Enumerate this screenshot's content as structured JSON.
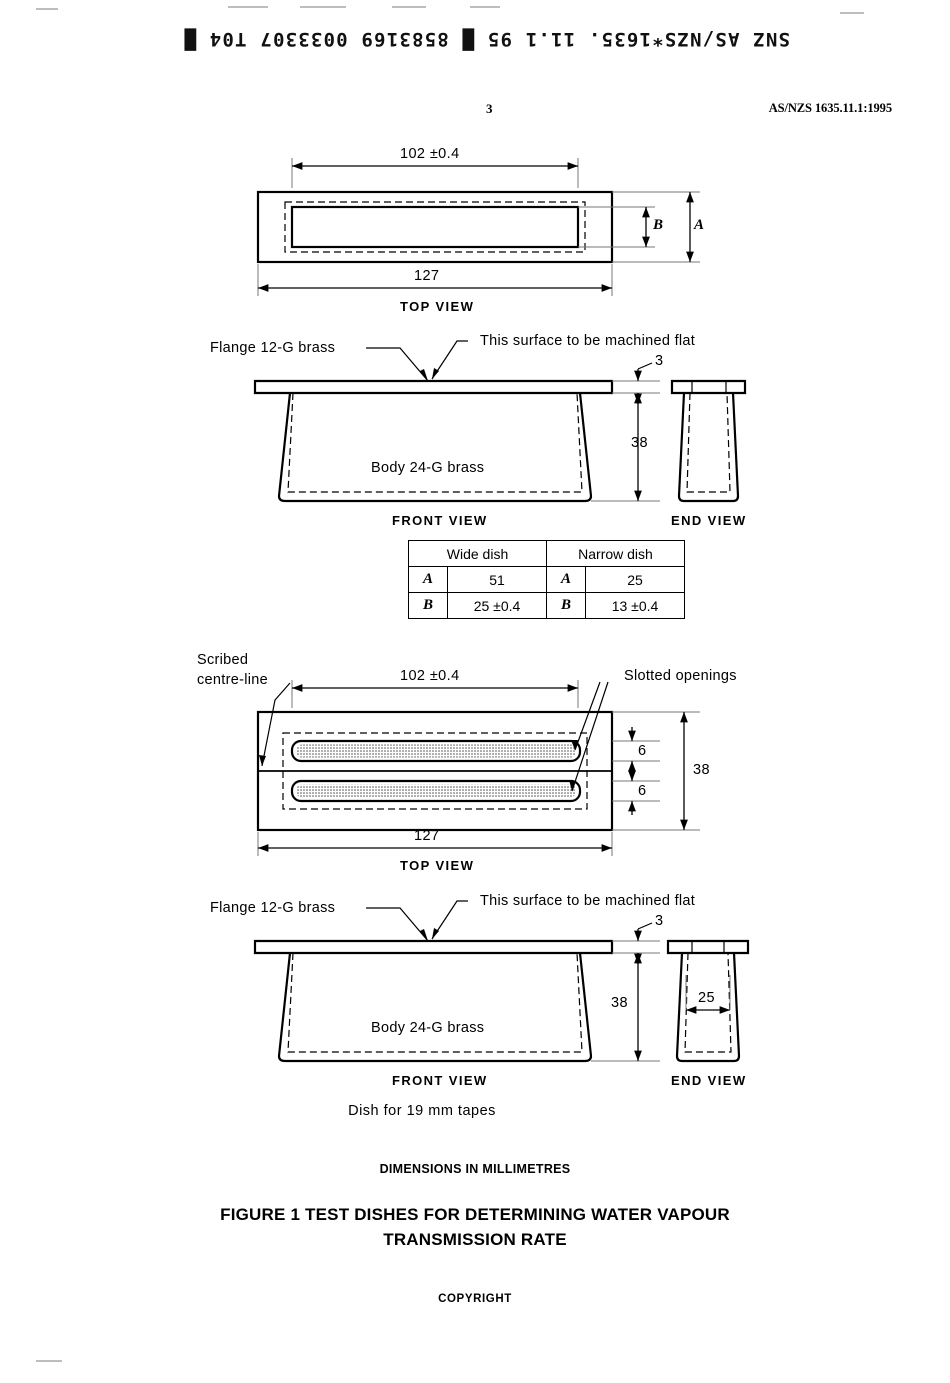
{
  "film_header": {
    "text": "SNZ AS/NZS*1635. 11.1 95 █ 8583169 0033307 T04 █"
  },
  "running_head": {
    "page_number": "3",
    "standard_ref": "AS/NZS 1635.11.1:1995"
  },
  "figure": {
    "number_and_title_line1": "FIGURE  1   TEST DISHES FOR DETERMINING WATER VAPOUR",
    "number_and_title_line2": "TRANSMISSION RATE",
    "units_note": "DIMENSIONS IN MILLIMETRES",
    "copyright": "COPYRIGHT"
  },
  "diagram_a": {
    "name": "plain-test-dish",
    "top_view": {
      "label": "TOP VIEW",
      "dim_inner_length": "102 ±0.4",
      "dim_outer_length": "127",
      "dim_height_outer": "A",
      "dim_height_inner": "B"
    },
    "front_view": {
      "label": "FRONT VIEW",
      "note_flange": "Flange 12-G brass",
      "note_surface": "This surface to be machined flat",
      "note_body": "Body 24-G brass",
      "dim_flange_thickness": "3",
      "dim_depth": "38"
    },
    "end_view": {
      "label": "END VIEW"
    },
    "table": {
      "headers": [
        "Wide dish",
        "Narrow dish"
      ],
      "rows": [
        {
          "wide_label": "A",
          "wide_value": "51",
          "narrow_label": "A",
          "narrow_value": "25"
        },
        {
          "wide_label": "B",
          "wide_value": "25 ±0.4",
          "narrow_label": "B",
          "narrow_value": "13 ±0.4"
        }
      ]
    }
  },
  "diagram_b": {
    "name": "slotted-test-dish",
    "caption": "Dish for  19 mm  tapes",
    "top_view": {
      "label": "TOP VIEW",
      "note_centre_line_1": "Scribed",
      "note_centre_line_2": "centre-line",
      "note_slots": "Slotted openings",
      "dim_inner_length": "102 ±0.4",
      "dim_outer_length": "127",
      "dim_slot_1": "6",
      "dim_slot_2": "6",
      "dim_width": "38"
    },
    "front_view": {
      "label": "FRONT VIEW",
      "note_flange": "Flange 12-G brass",
      "note_surface": "This surface to be machined flat",
      "note_body": "Body 24-G brass",
      "dim_flange_thickness": "3",
      "dim_depth": "38"
    },
    "end_view": {
      "label": "END VIEW",
      "dim_inner_width": "25"
    }
  }
}
